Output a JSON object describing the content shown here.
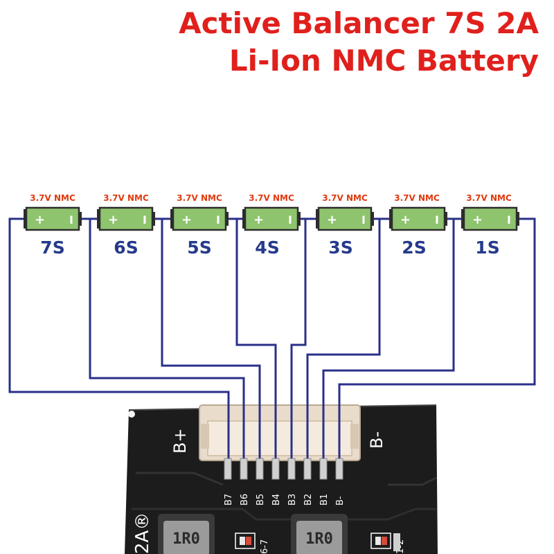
{
  "title": {
    "line1": "Active Balancer 7S 2A",
    "line2": "Li-Ion NMC Battery"
  },
  "colors": {
    "title": "#e0201c",
    "wire": "#2a2f8a",
    "cell_body": "#8fc46e",
    "series_label": "#253a8c",
    "board": "#1c1c1c"
  },
  "cells": [
    {
      "label": "3.7V NMC",
      "series": "7S",
      "plus": "+",
      "minus": "I"
    },
    {
      "label": "3.7V NMC",
      "series": "6S",
      "plus": "+",
      "minus": "I"
    },
    {
      "label": "3.7V NMC",
      "series": "5S",
      "plus": "+",
      "minus": "I"
    },
    {
      "label": "3.7V NMC",
      "series": "4S",
      "plus": "+",
      "minus": "I"
    },
    {
      "label": "3.7V NMC",
      "series": "3S",
      "plus": "+",
      "minus": "I"
    },
    {
      "label": "3.7V NMC",
      "series": "2S",
      "plus": "+",
      "minus": "I"
    },
    {
      "label": "3.7V NMC",
      "series": "1S",
      "plus": "+",
      "minus": "I"
    }
  ],
  "board": {
    "b_plus": "B+",
    "b_minus": "B-",
    "pins": [
      "B7",
      "B6",
      "B5",
      "B4",
      "B3",
      "B2",
      "B1",
      "B-"
    ],
    "edge_text": "2A®",
    "inductor_label": "1R0",
    "channel_label_a": "6-7",
    "channel_label_b": "1-2"
  }
}
